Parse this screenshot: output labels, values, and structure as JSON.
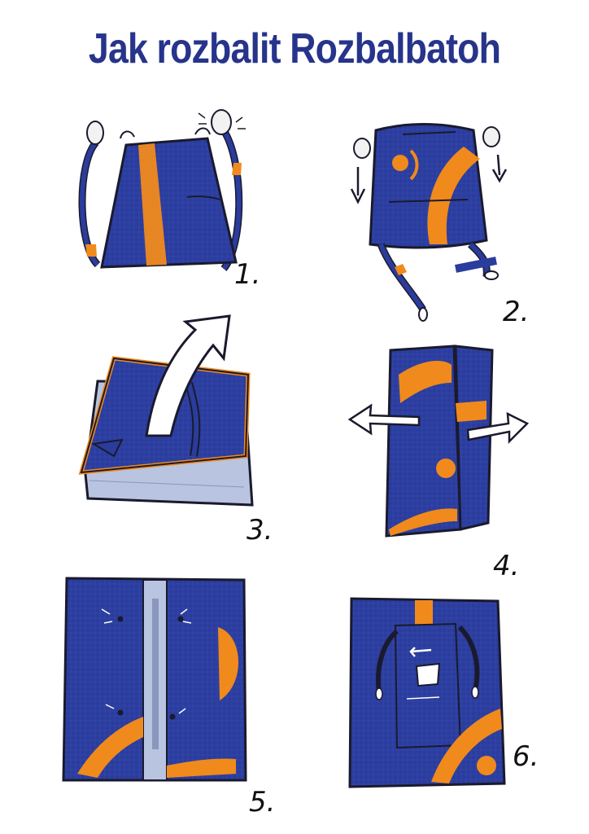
{
  "title": "Jak rozbalit Rozbalbatoh",
  "colors": {
    "title": "#27348b",
    "bag_blue": "#2a3c9c",
    "accent_orange": "#f08a1c",
    "outline": "#1a1a2e",
    "lining": "#b9c4e0",
    "arrow": "#ffffff"
  },
  "steps": [
    {
      "number": "1."
    },
    {
      "number": "2."
    },
    {
      "number": "3."
    },
    {
      "number": "4."
    },
    {
      "number": "5."
    },
    {
      "number": "6."
    }
  ]
}
